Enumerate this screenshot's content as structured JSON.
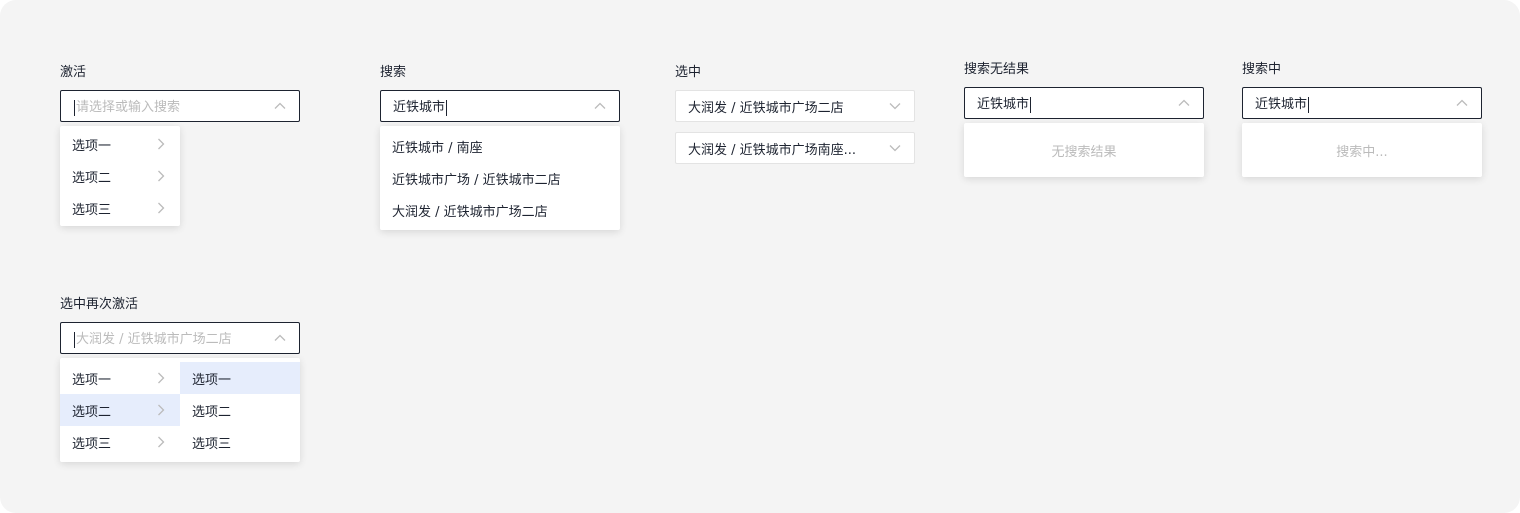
{
  "states": {
    "active": {
      "label": "激活",
      "placeholder": "请选择或输入搜索",
      "options": [
        "选项一",
        "选项二",
        "选项三"
      ]
    },
    "search": {
      "label": "搜索",
      "value": "近铁城市",
      "results": [
        "近铁城市 / 南座",
        "近铁城市广场 / 近铁城市二店",
        "大润发 / 近铁城市广场二店"
      ]
    },
    "selected": {
      "label": "选中",
      "values": [
        "大润发 / 近铁城市广场二店",
        "大润发 / 近铁城市广场南座..."
      ]
    },
    "no_result": {
      "label": "搜索无结果",
      "value": "近铁城市",
      "message": "无搜索结果"
    },
    "searching": {
      "label": "搜索中",
      "value": "近铁城市",
      "message": "搜索中..."
    },
    "reactivate": {
      "label": "选中再次激活",
      "placeholder": "大润发 / 近铁城市广场二店",
      "level1": [
        "选项一",
        "选项二",
        "选项三"
      ],
      "level2": [
        "选项一",
        "选项二",
        "选项三"
      ]
    }
  }
}
